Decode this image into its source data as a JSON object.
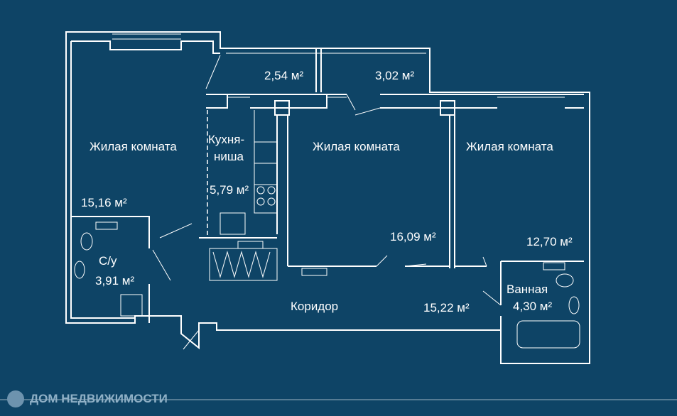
{
  "rooms": [
    {
      "name": "Жилая комната",
      "area": "15,16 м²"
    },
    {
      "name": "Кухня-\nниша",
      "area": "5,79 м²"
    },
    {
      "name": "Жилая комната",
      "area": "16,09 м²"
    },
    {
      "name": "Жилая комната",
      "area": "12,70 м²"
    },
    {
      "name": "С/у",
      "area": "3,91 м²"
    },
    {
      "name": "Ванная",
      "area": "4,30 м²"
    },
    {
      "name": "Коридор",
      "area": "15,22 м²"
    }
  ],
  "balconies": [
    "2,54 м²",
    "3,02 м²"
  ],
  "kitchen_line1": "Кухня-",
  "kitchen_line2": "ниша",
  "watermark": "ДОМ НЕДВИЖИМОСТИ",
  "colors": {
    "background": "#0e4466",
    "walls": "#ffffff"
  }
}
